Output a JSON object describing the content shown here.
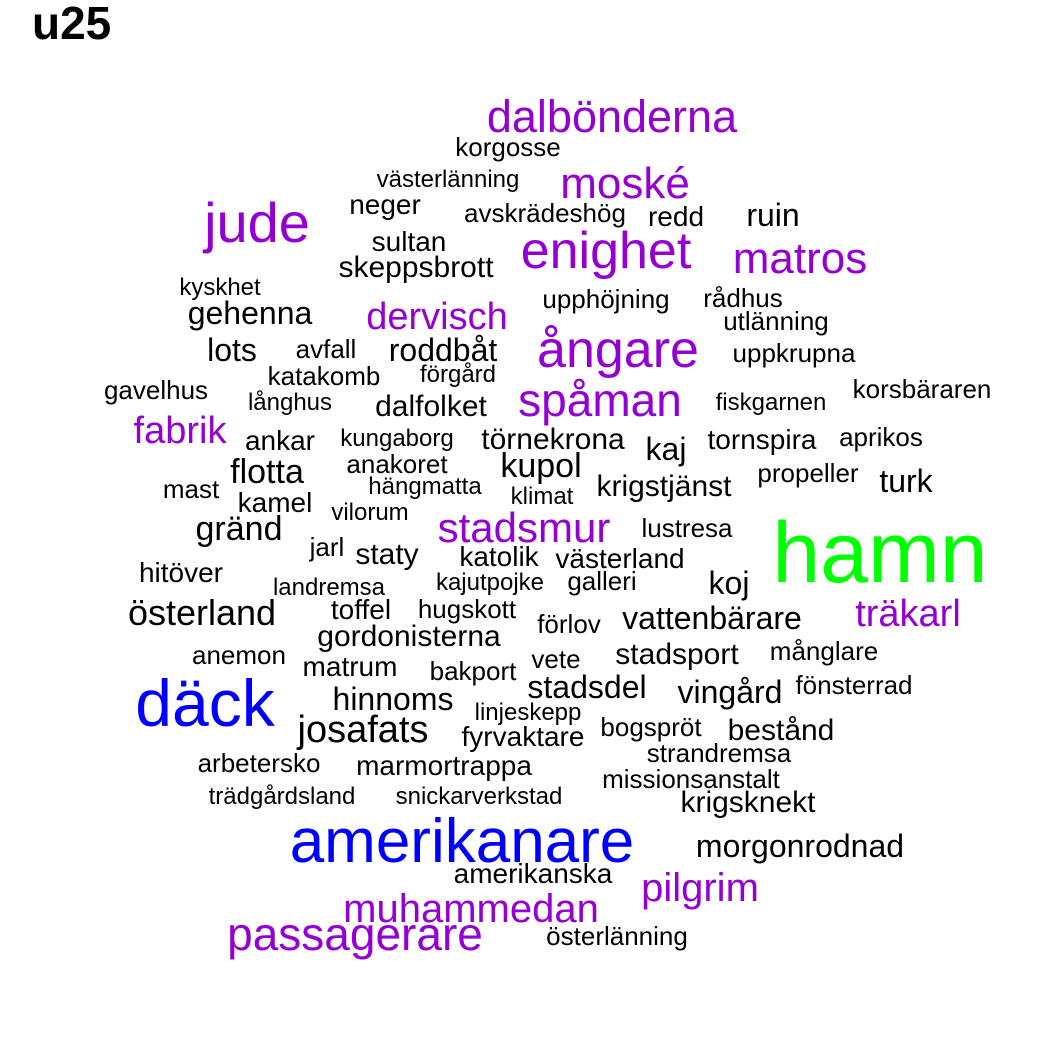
{
  "title": "u25",
  "colors": {
    "level1": "#00ff00",
    "level2": "#0000ff",
    "level3": "#9400d3",
    "level4": "#000000"
  },
  "words": [
    {
      "text": "hamn",
      "level": 1
    },
    {
      "text": "däck",
      "level": 2
    },
    {
      "text": "amerikanare",
      "level": 2
    },
    {
      "text": "dalbönderna",
      "level": 3
    },
    {
      "text": "moské",
      "level": 3
    },
    {
      "text": "jude",
      "level": 3
    },
    {
      "text": "enighet",
      "level": 3
    },
    {
      "text": "matros",
      "level": 3
    },
    {
      "text": "dervisch",
      "level": 3
    },
    {
      "text": "ångare",
      "level": 3
    },
    {
      "text": "spåman",
      "level": 3
    },
    {
      "text": "fabrik",
      "level": 3
    },
    {
      "text": "stadsmur",
      "level": 3
    },
    {
      "text": "träkarl",
      "level": 3
    },
    {
      "text": "pilgrim",
      "level": 3
    },
    {
      "text": "muhammedan",
      "level": 3
    },
    {
      "text": "passagerare",
      "level": 3
    },
    {
      "text": "korgosse",
      "level": 4
    },
    {
      "text": "västerlänning",
      "level": 4
    },
    {
      "text": "neger",
      "level": 4
    },
    {
      "text": "avskrädeshög",
      "level": 4
    },
    {
      "text": "redd",
      "level": 4
    },
    {
      "text": "ruin",
      "level": 4
    },
    {
      "text": "sultan",
      "level": 4
    },
    {
      "text": "skeppsbrott",
      "level": 4
    },
    {
      "text": "kyskhet",
      "level": 4
    },
    {
      "text": "upphöjning",
      "level": 4
    },
    {
      "text": "rådhus",
      "level": 4
    },
    {
      "text": "gehenna",
      "level": 4
    },
    {
      "text": "utlänning",
      "level": 4
    },
    {
      "text": "lots",
      "level": 4
    },
    {
      "text": "avfall",
      "level": 4
    },
    {
      "text": "roddbåt",
      "level": 4
    },
    {
      "text": "uppkrupna",
      "level": 4
    },
    {
      "text": "katakomb",
      "level": 4
    },
    {
      "text": "förgård",
      "level": 4
    },
    {
      "text": "gavelhus",
      "level": 4
    },
    {
      "text": "korsbäraren",
      "level": 4
    },
    {
      "text": "långhus",
      "level": 4
    },
    {
      "text": "dalfolket",
      "level": 4
    },
    {
      "text": "fiskgarnen",
      "level": 4
    },
    {
      "text": "ankar",
      "level": 4
    },
    {
      "text": "kungaborg",
      "level": 4
    },
    {
      "text": "törnekrona",
      "level": 4
    },
    {
      "text": "kaj",
      "level": 4
    },
    {
      "text": "tornspira",
      "level": 4
    },
    {
      "text": "aprikos",
      "level": 4
    },
    {
      "text": "flotta",
      "level": 4
    },
    {
      "text": "anakoret",
      "level": 4
    },
    {
      "text": "kupol",
      "level": 4
    },
    {
      "text": "propeller",
      "level": 4
    },
    {
      "text": "turk",
      "level": 4
    },
    {
      "text": "mast",
      "level": 4
    },
    {
      "text": "hängmatta",
      "level": 4
    },
    {
      "text": "klimat",
      "level": 4
    },
    {
      "text": "krigstjänst",
      "level": 4
    },
    {
      "text": "kamel",
      "level": 4
    },
    {
      "text": "vilorum",
      "level": 4
    },
    {
      "text": "gränd",
      "level": 4
    },
    {
      "text": "lustresa",
      "level": 4
    },
    {
      "text": "jarl",
      "level": 4
    },
    {
      "text": "staty",
      "level": 4
    },
    {
      "text": "katolik",
      "level": 4
    },
    {
      "text": "västerland",
      "level": 4
    },
    {
      "text": "hitöver",
      "level": 4
    },
    {
      "text": "landremsa",
      "level": 4
    },
    {
      "text": "kajutpojke",
      "level": 4
    },
    {
      "text": "galleri",
      "level": 4
    },
    {
      "text": "koj",
      "level": 4
    },
    {
      "text": "österland",
      "level": 4
    },
    {
      "text": "toffel",
      "level": 4
    },
    {
      "text": "hugskott",
      "level": 4
    },
    {
      "text": "förlov",
      "level": 4
    },
    {
      "text": "vattenbärare",
      "level": 4
    },
    {
      "text": "gordonisterna",
      "level": 4
    },
    {
      "text": "anemon",
      "level": 4
    },
    {
      "text": "matrum",
      "level": 4
    },
    {
      "text": "bakport",
      "level": 4
    },
    {
      "text": "vete",
      "level": 4
    },
    {
      "text": "stadsport",
      "level": 4
    },
    {
      "text": "månglare",
      "level": 4
    },
    {
      "text": "stadsdel",
      "level": 4
    },
    {
      "text": "vingård",
      "level": 4
    },
    {
      "text": "fönsterrad",
      "level": 4
    },
    {
      "text": "hinnoms",
      "level": 4
    },
    {
      "text": "linjeskepp",
      "level": 4
    },
    {
      "text": "josafats",
      "level": 4
    },
    {
      "text": "bogspröt",
      "level": 4
    },
    {
      "text": "bestånd",
      "level": 4
    },
    {
      "text": "fyrvaktare",
      "level": 4
    },
    {
      "text": "strandremsa",
      "level": 4
    },
    {
      "text": "arbetersko",
      "level": 4
    },
    {
      "text": "marmortrappa",
      "level": 4
    },
    {
      "text": "missionsanstalt",
      "level": 4
    },
    {
      "text": "trädgårdsland",
      "level": 4
    },
    {
      "text": "snickarverkstad",
      "level": 4
    },
    {
      "text": "krigsknekt",
      "level": 4
    },
    {
      "text": "morgonrodnad",
      "level": 4
    },
    {
      "text": "amerikanska",
      "level": 4
    },
    {
      "text": "österlänning",
      "level": 4
    }
  ]
}
